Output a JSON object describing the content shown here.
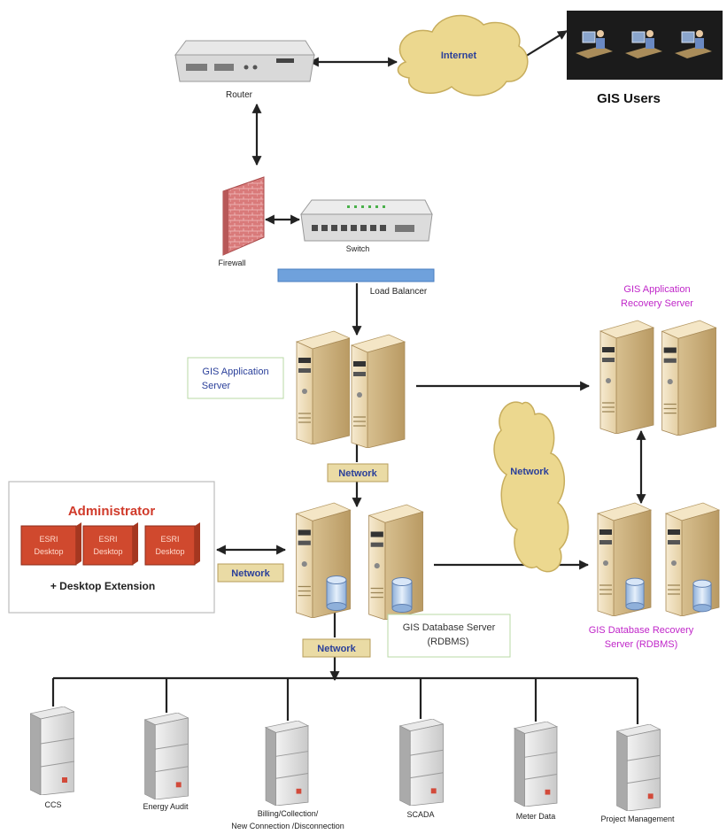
{
  "colors": {
    "cloud": "#e9d58f",
    "server": "#efe0be",
    "server_dark": "#cdb485",
    "blue_text": "#2a3f9a",
    "magenta_text": "#c026c9",
    "red_text": "#d03a2a",
    "network_box": "#eadba5",
    "load_balancer": "#6fa1dc",
    "firewall": "#d46a6a",
    "lines": "#222222"
  },
  "nodes": {
    "router": "Router",
    "internet": "Internet",
    "gis_users": "GIS Users",
    "firewall": "Firewall",
    "switch": "Switch",
    "load_balancer": "Load Balancer",
    "app_server_line1": "GIS Application",
    "app_server_line2": "Server",
    "app_recovery_line1": "GIS Application",
    "app_recovery_line2": "Recovery Server",
    "network_top": "Network",
    "network_cloud": "Network",
    "network_admin": "Network",
    "network_bottom": "Network",
    "db_server_line1": "GIS Database Server",
    "db_server_line2": "(RDBMS)",
    "db_recovery_line1": "GIS Database  Recovery",
    "db_recovery_line2": "Server (RDBMS)"
  },
  "admin": {
    "title": "Administrator",
    "desktop_line1": "ESRI",
    "desktop_line2": "Desktop",
    "extension": "+ Desktop Extension"
  },
  "systems": [
    {
      "label1": "CCS",
      "label2": ""
    },
    {
      "label1": "Energy Audit",
      "label2": ""
    },
    {
      "label1": "Billing/Collection/",
      "label2": "New Connection /Disconnection"
    },
    {
      "label1": "SCADA",
      "label2": ""
    },
    {
      "label1": "Meter Data",
      "label2": ""
    },
    {
      "label1": "Project Management",
      "label2": ""
    }
  ]
}
